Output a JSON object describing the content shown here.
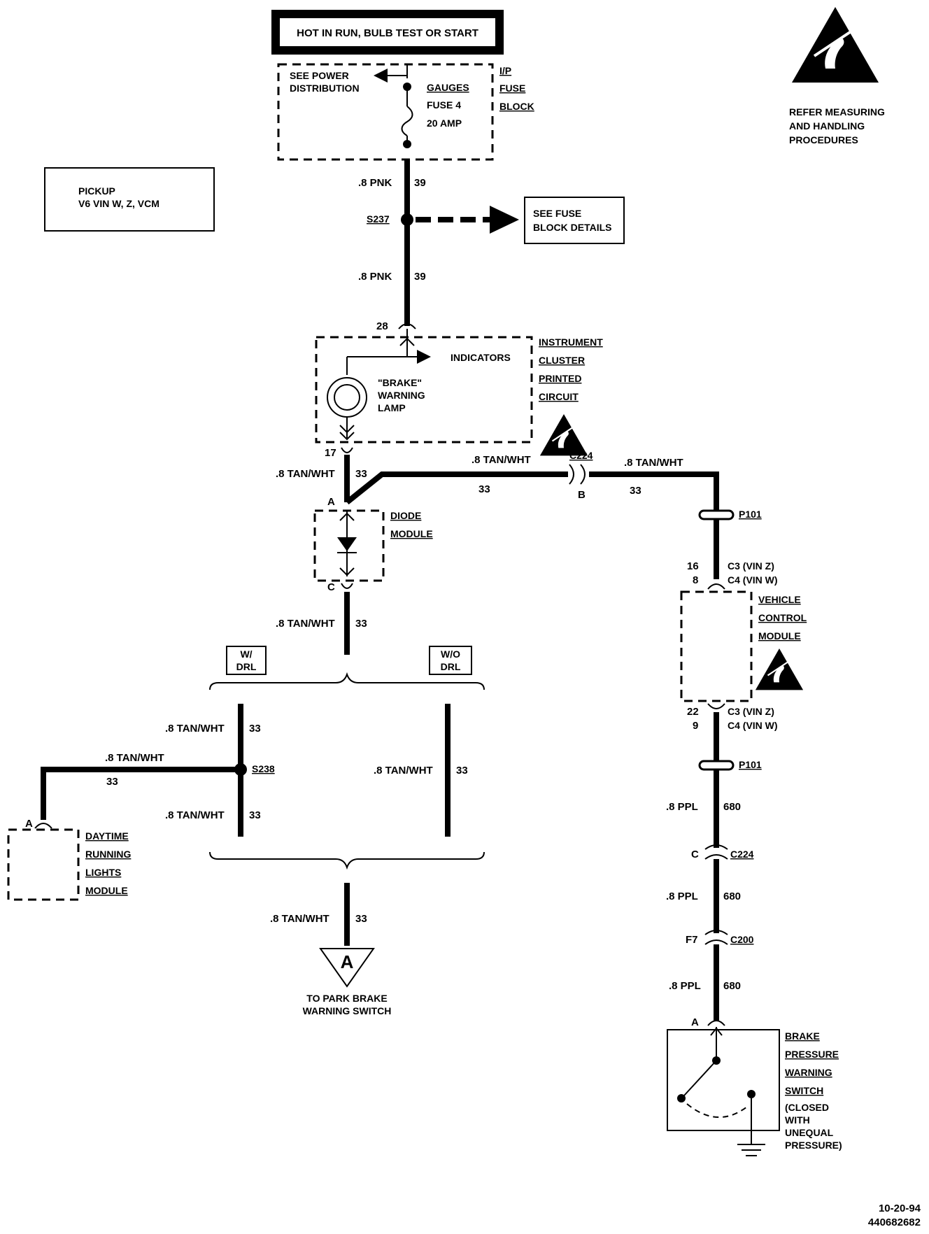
{
  "header_box": "HOT IN RUN, BULB TEST OR START",
  "see_power_distribution": [
    "SEE POWER",
    "DISTRIBUTION"
  ],
  "fuse": [
    "GAUGES",
    "FUSE 4",
    "20 AMP"
  ],
  "ip_fuse_block": [
    "I/P",
    "FUSE",
    "BLOCK"
  ],
  "esd_note": [
    "REFER MEASURING",
    "AND HANDLING",
    "PROCEDURES"
  ],
  "vehicle_box": [
    "PICKUP",
    "V6 VIN W, Z, VCM"
  ],
  "splice_s237": "S237",
  "see_fuse_block_details": [
    "SEE FUSE",
    "BLOCK DETAILS"
  ],
  "wire_pnk": ".8 PNK",
  "circuit_39": "39",
  "pin_28": "28",
  "indicators": "INDICATORS",
  "brake_lamp": [
    "\"BRAKE\"",
    "WARNING",
    "LAMP"
  ],
  "instrument_cluster": [
    "INSTRUMENT",
    "CLUSTER",
    "PRINTED",
    "CIRCUIT"
  ],
  "pin_17": "17",
  "wire_tanwht": ".8 TAN/WHT",
  "circuit_33": "33",
  "c224": "C224",
  "pin_b": "B",
  "pin_a": "A",
  "pin_c": "C",
  "diode_module": [
    "DIODE",
    "MODULE"
  ],
  "p101": "P101",
  "vcm_pins_top": [
    "16",
    "8"
  ],
  "vcm_conn_top": [
    "C3 (VIN Z)",
    "C4 (VIN W)"
  ],
  "vcm": [
    "VEHICLE",
    "CONTROL",
    "MODULE"
  ],
  "vcm_pins_bottom": [
    "22",
    "9"
  ],
  "w_drl": [
    "W/",
    "DRL"
  ],
  "wo_drl": [
    "W/O",
    "DRL"
  ],
  "s238": "S238",
  "drl_module": [
    "DAYTIME",
    "RUNNING",
    "LIGHTS",
    "MODULE"
  ],
  "wire_ppl": ".8 PPL",
  "circuit_680": "680",
  "c200": "C200",
  "pin_f7": "F7",
  "brake_switch": [
    "BRAKE",
    "PRESSURE",
    "WARNING",
    "SWITCH",
    "(CLOSED",
    "WITH",
    "UNEQUAL",
    "PRESSURE)"
  ],
  "to_park_brake": [
    "TO PARK BRAKE",
    "WARNING SWITCH"
  ],
  "footer": [
    "10-20-94",
    "440682682"
  ]
}
